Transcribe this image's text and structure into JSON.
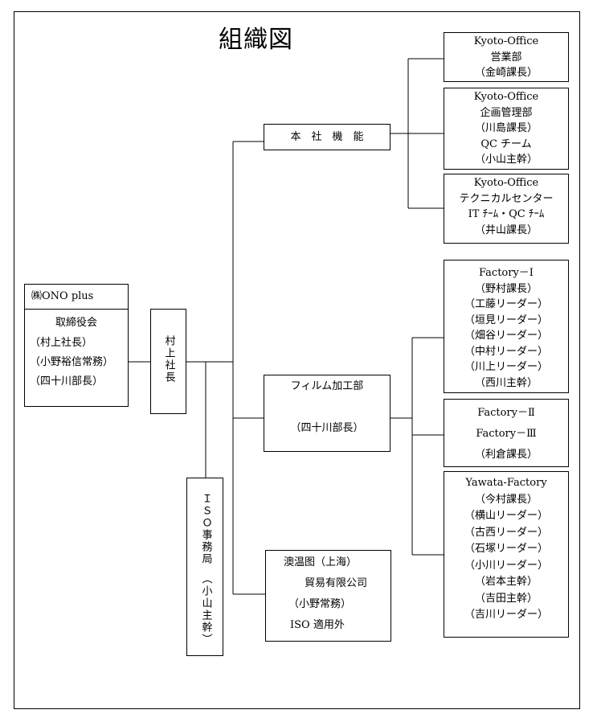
{
  "title": "組織図",
  "company": {
    "name": "㈱ONO plus",
    "lines": [
      "取締役会",
      "（村上社長）",
      "（小野裕信常務）",
      "（四十川部長）"
    ]
  },
  "president": "村上社長",
  "iso_office": {
    "name": "ＩＳＯ事務局",
    "sub": "（小山主幹）"
  },
  "honsha": "本　社　機　能",
  "honsha_units": [
    {
      "lines": [
        "Kyoto-Office",
        "営業部",
        "（金崎課長）"
      ]
    },
    {
      "lines": [
        "Kyoto-Office",
        "企画管理部",
        "（川島課長）",
        "QC チーム",
        "（小山主幹）"
      ]
    },
    {
      "lines": [
        "Kyoto-Office",
        "テクニカルセンター",
        "IT ﾁｰﾑ・QC ﾁｰﾑ",
        "（井山課長）"
      ]
    }
  ],
  "film": {
    "name": "フィルム加工部",
    "sub": "（四十川部長）"
  },
  "factories": [
    {
      "lines": [
        "Factory－Ⅰ",
        "（野村課長）",
        "（工藤リーダー）",
        "（垣見リーダー）",
        "（畑谷リーダー）",
        "（中村リーダー）",
        "（川上リーダー）",
        "（西川主幹）"
      ]
    },
    {
      "lines": [
        "Factory－Ⅱ",
        "Factory－Ⅲ",
        "（利倉課長）"
      ]
    },
    {
      "lines": [
        "Yawata-Factory",
        "（今村課長）",
        "（横山リーダー）",
        "（古西リーダー）",
        "（石塚リーダー）",
        "（小川リーダー）",
        "（岩本主幹）",
        "（吉田主幹）",
        "（吉川リーダー）"
      ]
    }
  ],
  "trade": {
    "lines": [
      "澳温图（上海）",
      "貿易有限公司",
      "（小野常務）",
      "ISO 適用外"
    ]
  }
}
